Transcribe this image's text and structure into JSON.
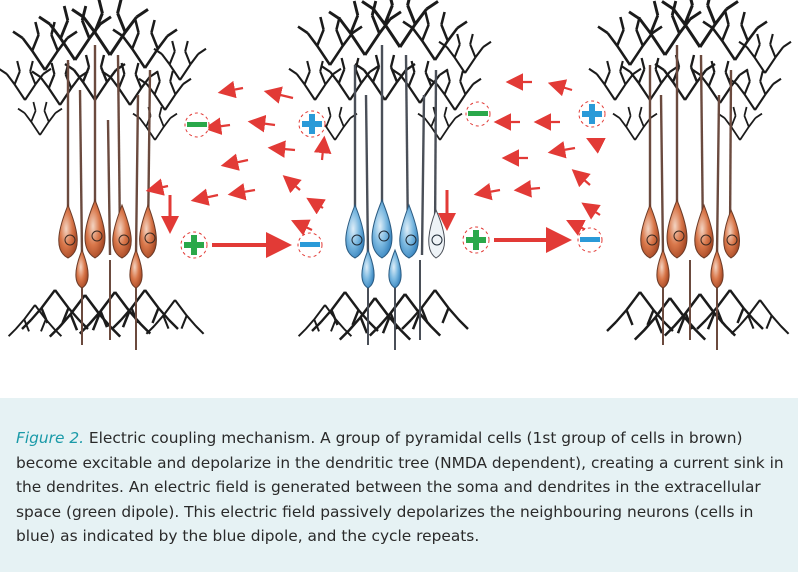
{
  "figure": {
    "caption_label": "Figure 2.",
    "caption_text": " Electric coupling mechanism. A group of pyramidal cells (1st group of cells in brown) become excitable and depolarize in the dendritic tree (NMDA dependent), creating a current sink in the dendrites. An electric field is generated between the soma and dendrites in the extracellular space (green dipole). This electric field passively depolarizes the neighbouring neurons (cells in blue) as indicated by the blue dipole, and the cycle repeats."
  },
  "colors": {
    "caption_label": "#1a9aa8",
    "caption_bg": "#e6f2f4",
    "arrow_red": "#e23a36",
    "plus_green": "#2aa84a",
    "minus_green": "#2aa84a",
    "dipole_blue": "#2a9ad8",
    "cell_brown": "#c8623a",
    "cell_blue": "#5aa8d6"
  },
  "cell_groups": [
    {
      "name": "brown-cells-left",
      "color": "brown"
    },
    {
      "name": "blue-cells-middle",
      "color": "blue"
    },
    {
      "name": "brown-cells-right",
      "color": "brown"
    }
  ]
}
